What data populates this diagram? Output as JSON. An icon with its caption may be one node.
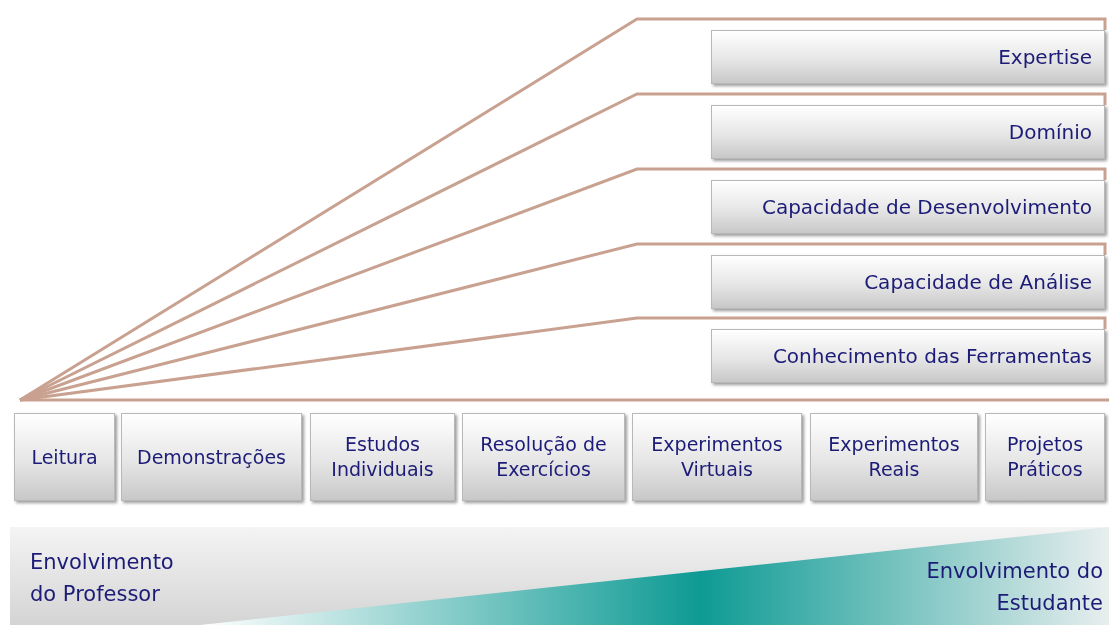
{
  "diagram": {
    "nodes": [
      {
        "text": [
          "Expertise"
        ]
      },
      {
        "text": [
          "Domínio"
        ]
      },
      {
        "text": [
          "Capacidade de Desenvolvimento"
        ]
      },
      {
        "text": [
          "Capacidade de Análise"
        ]
      },
      {
        "text": [
          "Conhecimento das Ferramentas"
        ]
      },
      {
        "text": [
          "Leitura"
        ]
      },
      {
        "text": [
          "Demonstrações"
        ]
      },
      {
        "text": [
          "Estudos Individuais"
        ]
      },
      {
        "text": [
          "Resolução de Exercícios"
        ]
      },
      {
        "text": [
          "Experimentos Virtuais"
        ]
      },
      {
        "text": [
          "Experimentos Reais"
        ]
      },
      {
        "text": [
          "Projetos Práticos"
        ]
      },
      {
        "text": [
          "Envolvimento do Professor",
          "Envolvimento do Estudante"
        ]
      }
    ],
    "edges": [
      {
        "from": 5,
        "to": 0,
        "arrow": "none"
      },
      {
        "from": 5,
        "to": 1,
        "arrow": "none"
      },
      {
        "from": 5,
        "to": 2,
        "arrow": "none"
      },
      {
        "from": 5,
        "to": 3,
        "arrow": "none"
      },
      {
        "from": 5,
        "to": 4,
        "arrow": "none"
      }
    ]
  }
}
